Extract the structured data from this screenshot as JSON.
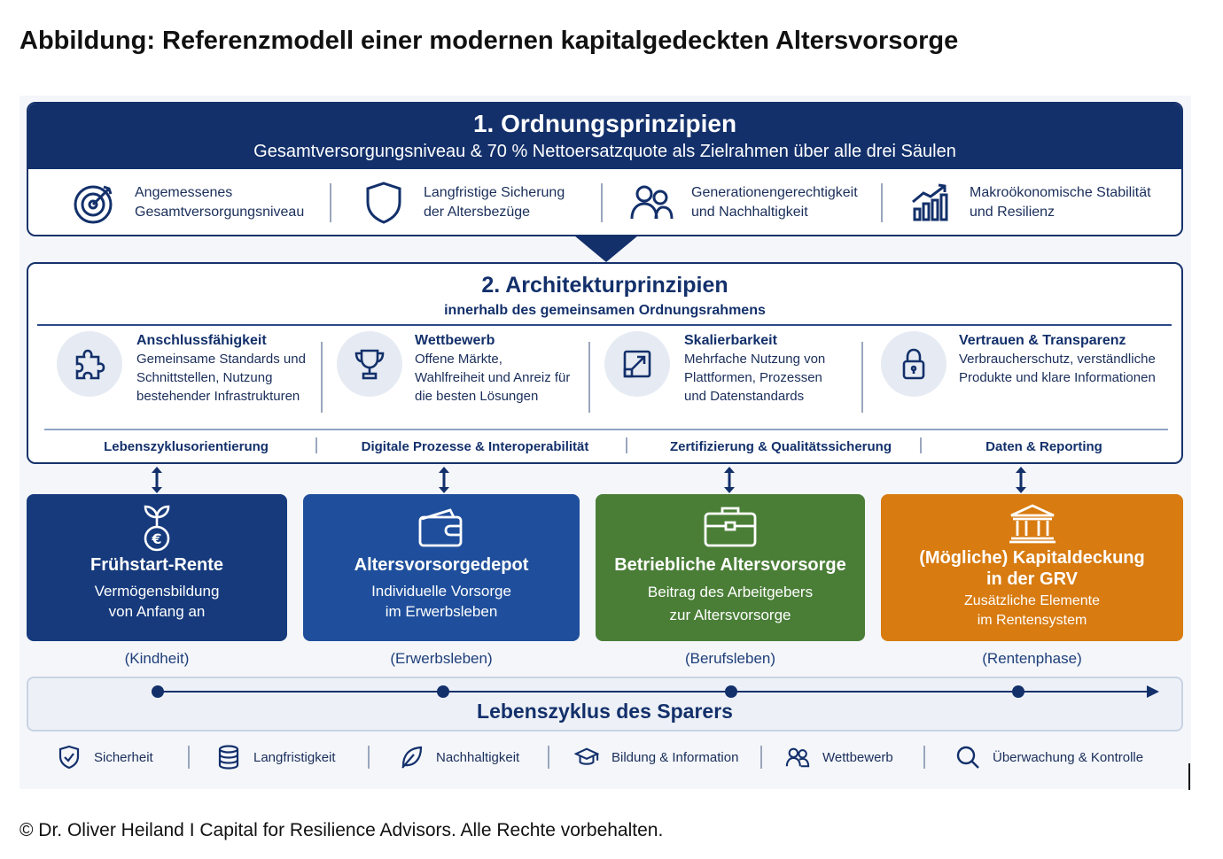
{
  "page_title": "Abbildung: Referenzmodell einer modernen kapitalgedeckten Altersvorsorge",
  "copyright": "© Dr. Oliver Heiland I Capital for Resilience Advisors. Alle Rechte vorbehalten.",
  "section1": {
    "title": "1. Ordnungsprinzipien",
    "subtitle": "Gesamtversorgungsniveau & 70 % Nettoersatzquote als Zielrahmen über alle drei Säulen",
    "items": [
      {
        "icon": "target-icon",
        "line1": "Angemessenes",
        "line2": "Gesamtversorgungsniveau"
      },
      {
        "icon": "shield-icon",
        "line1": "Langfristige Sicherung",
        "line2": "der Altersbezüge"
      },
      {
        "icon": "people-icon",
        "line1": "Generationengerechtigkeit",
        "line2": "und Nachhaltigkeit"
      },
      {
        "icon": "growth-chart-icon",
        "line1": "Makroökonomische Stabilität",
        "line2": "und Resilienz"
      }
    ]
  },
  "section2": {
    "title": "2. Architekturprinzipien",
    "subtitle": "innerhalb des gemeinsamen Ordnungsrahmens",
    "items": [
      {
        "icon": "puzzle-icon",
        "title": "Anschlussfähigkeit",
        "l1": "Gemeinsame Standards und",
        "l2": "Schnittstellen, Nutzung",
        "l3": "bestehender Infrastrukturen"
      },
      {
        "icon": "trophy-icon",
        "title": "Wettbewerb",
        "l1": "Offene Märkte,",
        "l2": "Wahlfreiheit und Anreiz für",
        "l3": "die besten Lösungen"
      },
      {
        "icon": "scale-arrow-icon",
        "title": "Skalierbarkeit",
        "l1": "Mehrfache Nutzung von",
        "l2": "Plattformen, Prozessen",
        "l3": "und Datenstandards"
      },
      {
        "icon": "lock-icon",
        "title": "Vertrauen & Transparenz",
        "l1": "Verbraucherschutz, verständliche",
        "l2": "Produkte und klare Informationen",
        "l3": ""
      }
    ],
    "footer": [
      "Lebenszyklusorientierung",
      "Digitale Prozesse & Interoperabilität",
      "Zertifizierung & Qualitätssicherung",
      "Daten & Reporting"
    ]
  },
  "boxes": [
    {
      "icon": "plant-euro-icon",
      "title": "Frühstart-Rente",
      "l1": "Vermögensbildung",
      "l2": "von Anfang an",
      "color": "#163a7c",
      "phase": "(Kindheit)"
    },
    {
      "icon": "wallet-icon",
      "title": "Altersvorsorgedepot",
      "l1": "Individuelle Vorsorge",
      "l2": "im Erwerbsleben",
      "color": "#1f4f9c",
      "phase": "(Erwerbsleben)"
    },
    {
      "icon": "briefcase-icon",
      "title": "Betriebliche Altersvorsorge",
      "l1": "Beitrag des Arbeitgebers",
      "l2": "zur Altersvorsorge",
      "color": "#4a7e37",
      "phase": "(Berufsleben)"
    },
    {
      "icon": "institution-icon",
      "title1": "(Mögliche) Kapitaldeckung",
      "title2": "in der GRV",
      "l1": "Zusätzliche Elemente",
      "l2": "im Rentensystem",
      "color": "#d87b10",
      "phase": "(Rentenphase)"
    }
  ],
  "timeline_label": "Lebenszyklus des Sparers",
  "bottom": [
    {
      "icon": "shield-check-icon",
      "label": "Sicherheit"
    },
    {
      "icon": "coin-stack-icon",
      "label": "Langfristigkeit"
    },
    {
      "icon": "leaf-icon",
      "label": "Nachhaltigkeit"
    },
    {
      "icon": "graduation-cap-icon",
      "label": "Bildung & Information"
    },
    {
      "icon": "people-icon",
      "label": "Wettbewerb"
    },
    {
      "icon": "magnifier-icon",
      "label": "Überwachung & Kontrolle"
    }
  ]
}
